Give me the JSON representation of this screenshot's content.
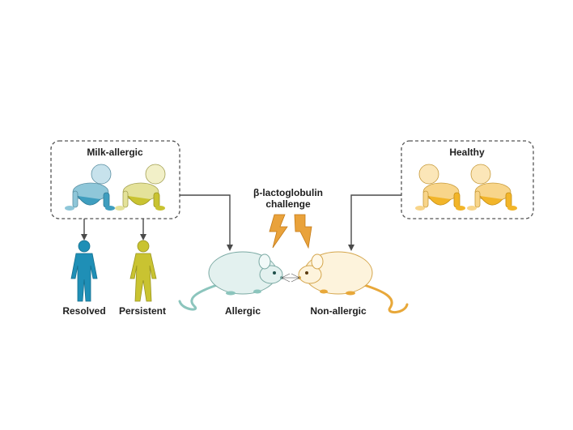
{
  "groups": {
    "milk_allergic": "Milk-allergic",
    "healthy": "Healthy"
  },
  "outcomes": {
    "resolved": "Resolved",
    "persistent": "Persistent"
  },
  "challenge": {
    "line1": "β-lactoglobulin",
    "line2": "challenge"
  },
  "mice": {
    "allergic": "Allergic",
    "non_allergic": "Non-allergic"
  },
  "colors": {
    "resolved_blue": "#1f8fb6",
    "persistent_yellow": "#c9c331",
    "healthy_orange": "#f2b529",
    "allergic_mouse": "#e3f1ef",
    "non_allergic_mouse": "#fdf3dc",
    "lightning": "#e9a23b"
  }
}
